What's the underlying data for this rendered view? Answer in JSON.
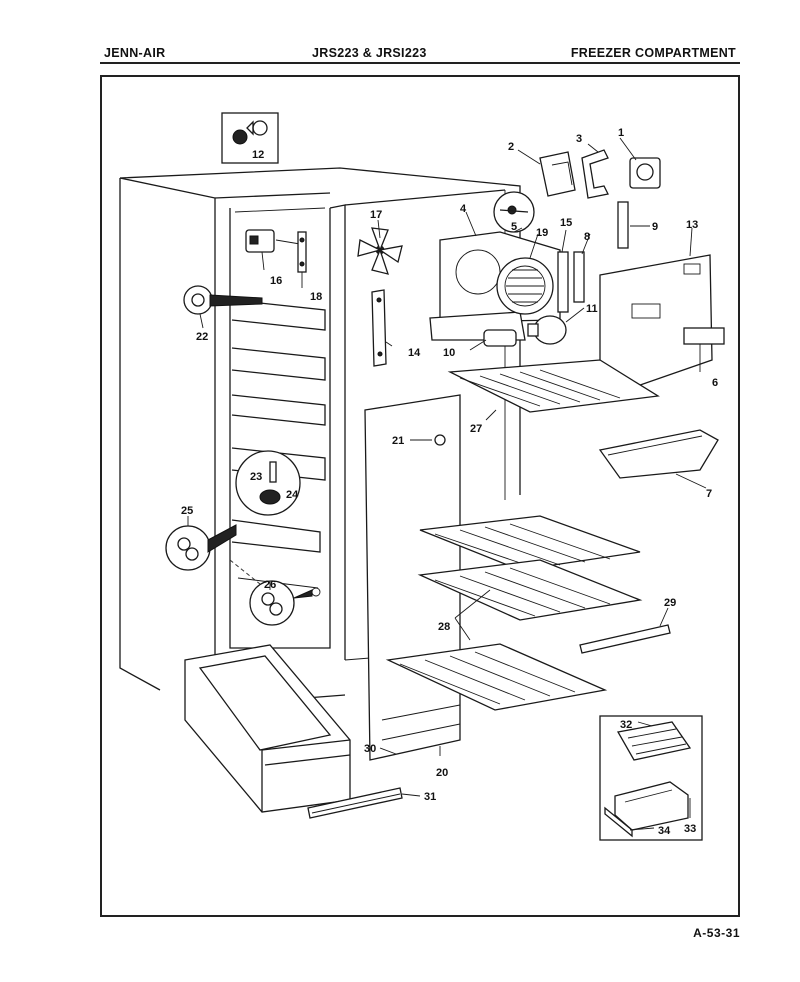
{
  "header": {
    "brand": "JENN-AIR",
    "model": "JRS223 & JRSI223",
    "section": "FREEZER COMPARTMENT"
  },
  "figure_code": "A-53-31",
  "callouts": [
    "1",
    "2",
    "3",
    "4",
    "5",
    "6",
    "7",
    "8",
    "9",
    "10",
    "11",
    "12",
    "13",
    "14",
    "15",
    "16",
    "17",
    "18",
    "19",
    "20",
    "21",
    "22",
    "23",
    "24",
    "25",
    "26",
    "27",
    "28",
    "29",
    "30",
    "31",
    "32",
    "33",
    "34"
  ]
}
